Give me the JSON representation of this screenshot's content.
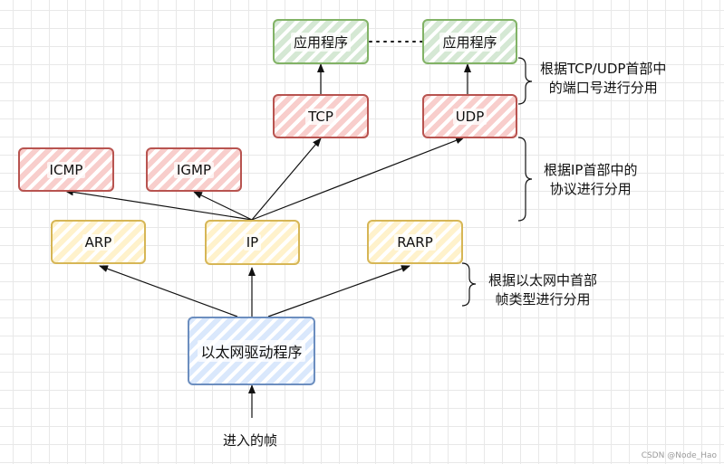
{
  "nodes": {
    "app_left": "应用程序",
    "app_right": "应用程序",
    "tcp": "TCP",
    "udp": "UDP",
    "icmp": "ICMP",
    "igmp": "IGMP",
    "arp": "ARP",
    "ip": "IP",
    "rarp": "RARP",
    "ethernet_driver": "以太网驱动程序"
  },
  "input_label": "进入的帧",
  "notes": {
    "port_demux": [
      "根据TCP/UDP首部中",
      "的端口号进行分用"
    ],
    "ip_demux": [
      "根据IP首部中的",
      "协议进行分用"
    ],
    "frame_demux": [
      "根据以太网中首部",
      "帧类型进行分用"
    ]
  },
  "watermark": "CSDN @Node_Hao",
  "colors": {
    "green_border": "#82b366",
    "red_border": "#b85450",
    "yellow_border": "#d6b656",
    "blue_border": "#6c8ebf"
  }
}
